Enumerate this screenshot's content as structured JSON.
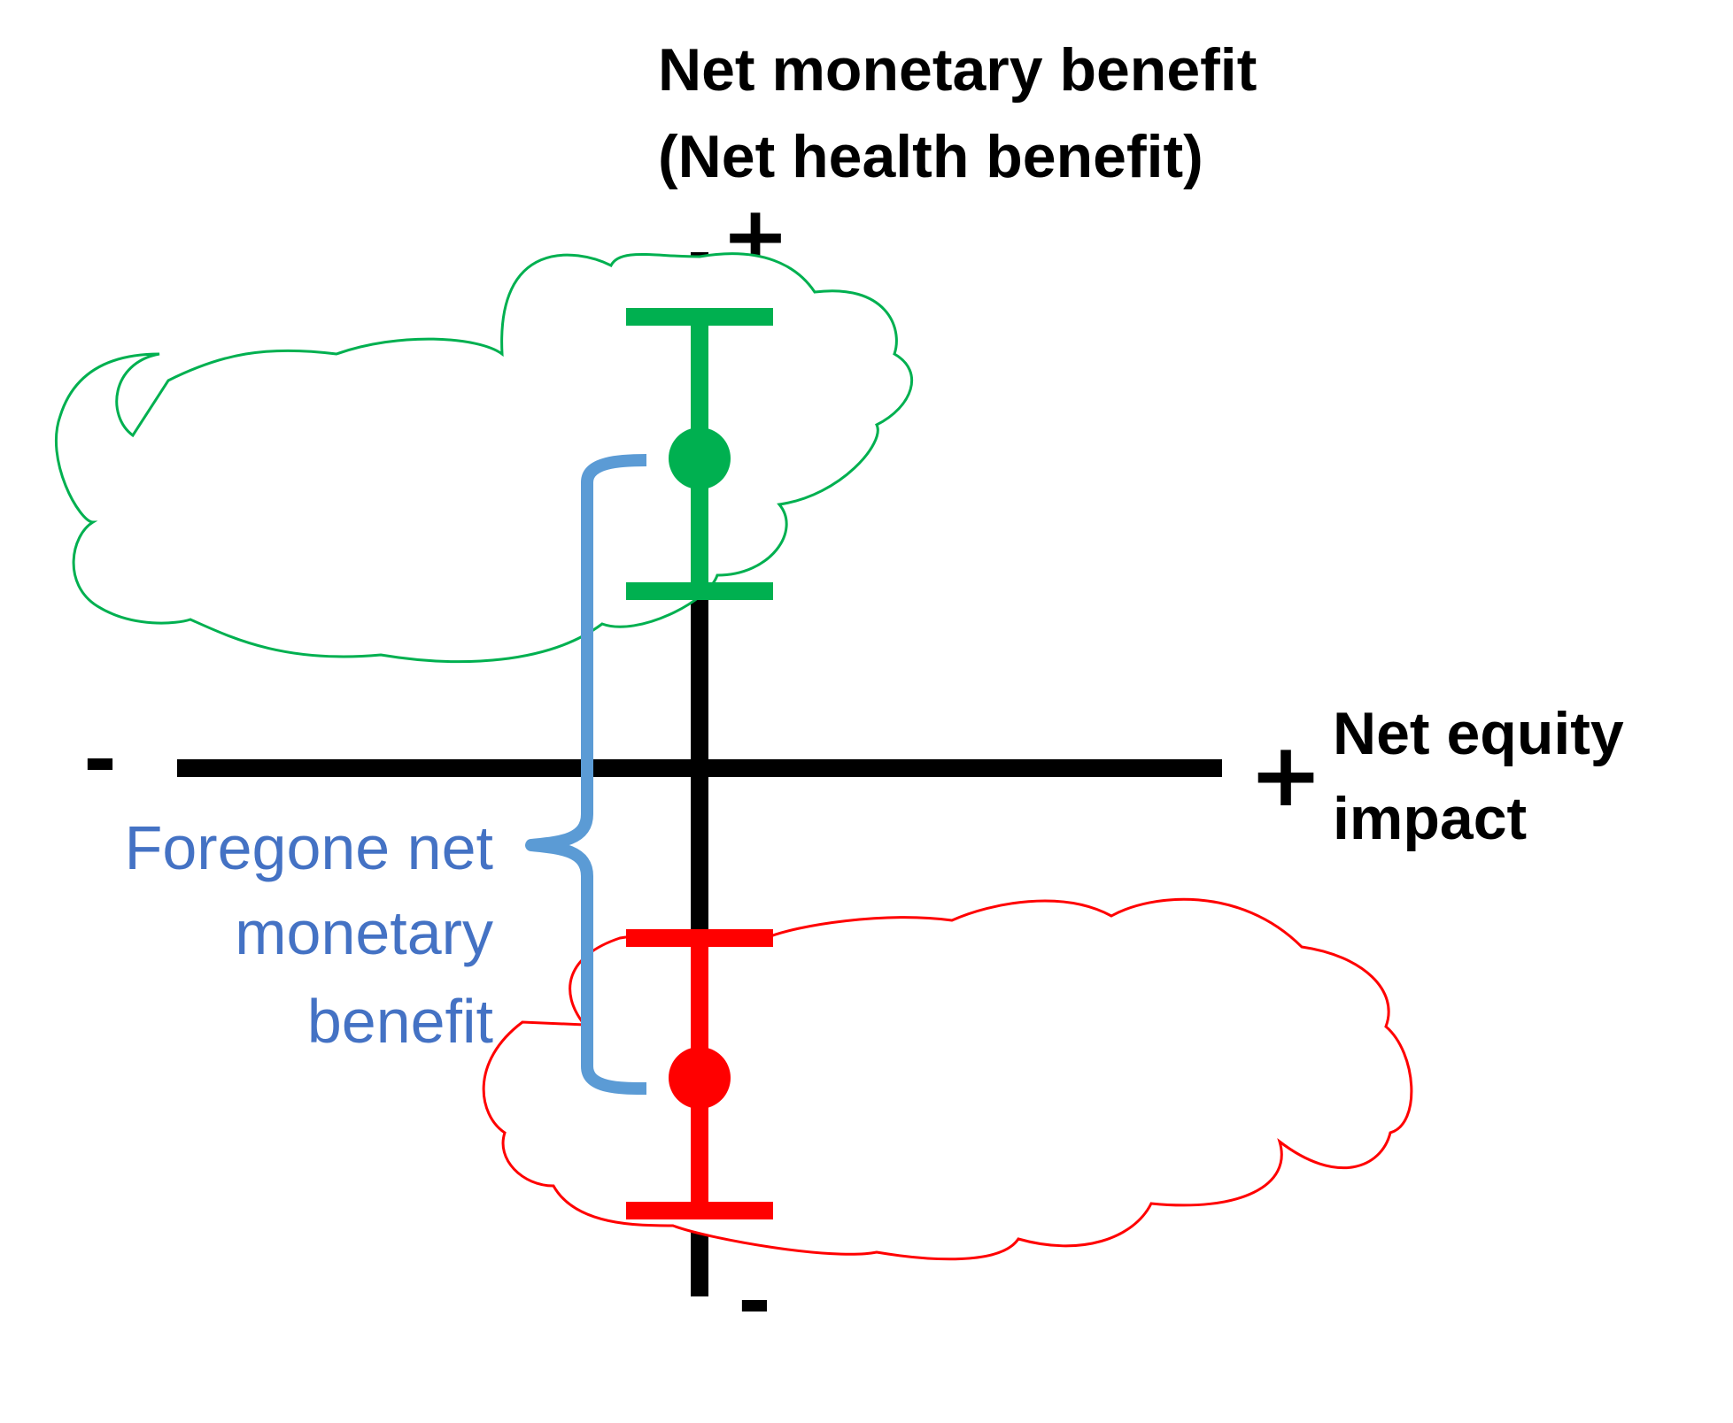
{
  "y_axis": {
    "title_line1": "Net monetary benefit",
    "title_line2": "(Net health benefit)",
    "positive_sign": "+",
    "negative_sign": "-"
  },
  "x_axis": {
    "title_line1": "Net equity",
    "title_line2": "impact",
    "positive_sign": "+",
    "negative_sign": "-"
  },
  "brace_label": {
    "line1": "Foregone net",
    "line2": "monetary",
    "line3": "benefit"
  },
  "colors": {
    "axis": "#000000",
    "upper_estimate": "#00b050",
    "lower_estimate": "#ff0000",
    "brace": "#5b9bd5",
    "brace_text": "#4472c4"
  }
}
